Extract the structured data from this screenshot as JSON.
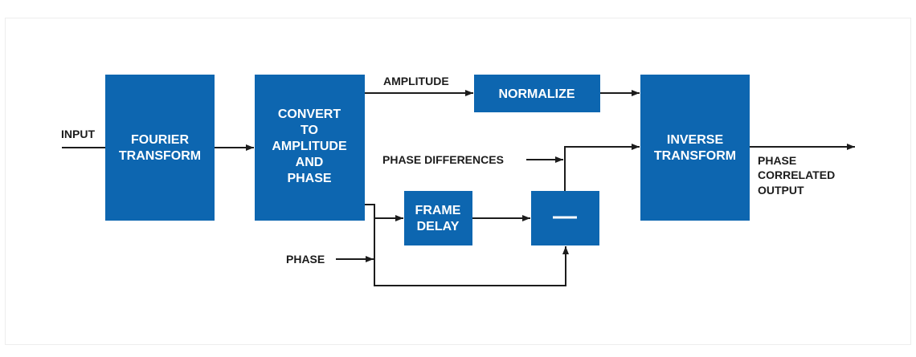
{
  "blocks": {
    "fourier": [
      "FOURIER",
      "TRANSFORM"
    ],
    "convert": [
      "CONVERT",
      "TO",
      "AMPLITUDE",
      "AND",
      "PHASE"
    ],
    "normalize": [
      "NORMALIZE"
    ],
    "frame_delay": [
      "FRAME",
      "DELAY"
    ],
    "subtract": [
      "—"
    ],
    "inverse": [
      "INVERSE",
      "TRANSFORM"
    ]
  },
  "labels": {
    "input": "INPUT",
    "amplitude": "AMPLITUDE",
    "phase_differences": "PHASE DIFFERENCES",
    "phase": "PHASE",
    "output": [
      "PHASE",
      "CORRELATED",
      "OUTPUT"
    ]
  },
  "colors": {
    "block": "#0d66b0",
    "line": "#1c1c1c"
  }
}
